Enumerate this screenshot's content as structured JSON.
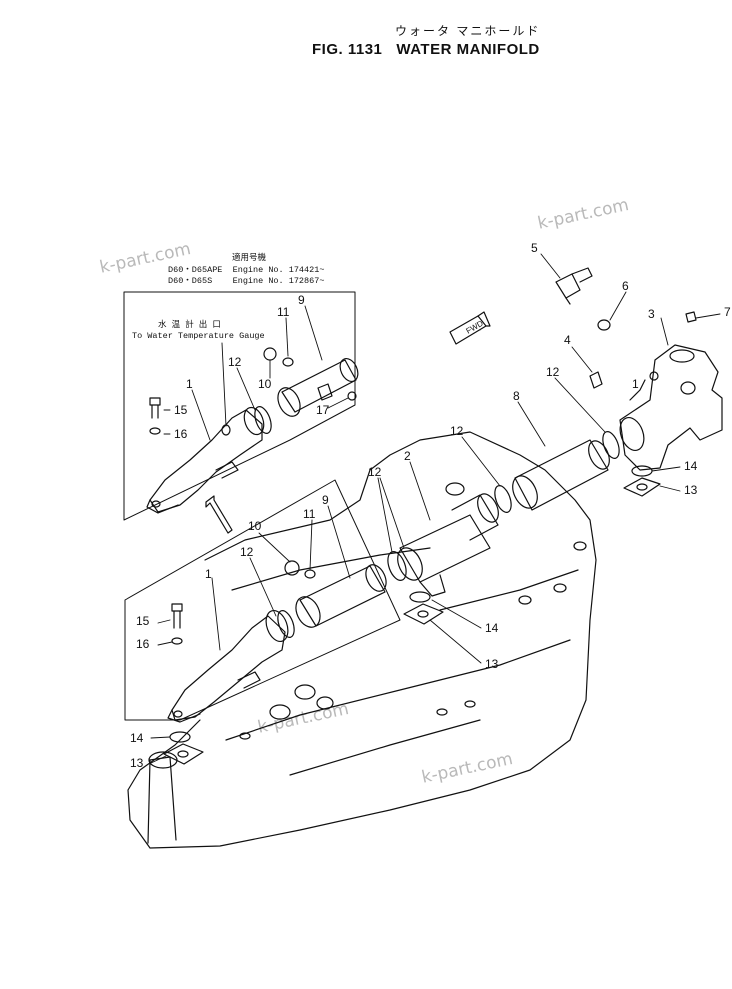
{
  "header": {
    "title_jp": "ウォータ マニホールド",
    "fig_number": "FIG. 1131",
    "fig_name": "WATER MANIFOLD"
  },
  "watermark": {
    "text": "k-part.com"
  },
  "inset": {
    "serial_heading_jp": "適用号機",
    "serials": [
      {
        "model": "D60・D65APE",
        "engine": "Engine No. 174421~"
      },
      {
        "model": "D60・D65S",
        "engine": "Engine No. 172867~"
      }
    ],
    "outlet_label_jp": "水 温 計 出 口",
    "outlet_label_en": "To Water Temperature Gauge"
  },
  "labels": {
    "fwd": "FWD"
  },
  "callouts": {
    "p1": "1",
    "p2": "2",
    "p3": "3",
    "p4": "4",
    "p5": "5",
    "p6": "6",
    "p7": "7",
    "p8": "8",
    "p9": "9",
    "p10": "10",
    "p11": "11",
    "p12": "12",
    "p13": "13",
    "p14": "14",
    "p15": "15",
    "p16": "16",
    "p17": "17"
  }
}
